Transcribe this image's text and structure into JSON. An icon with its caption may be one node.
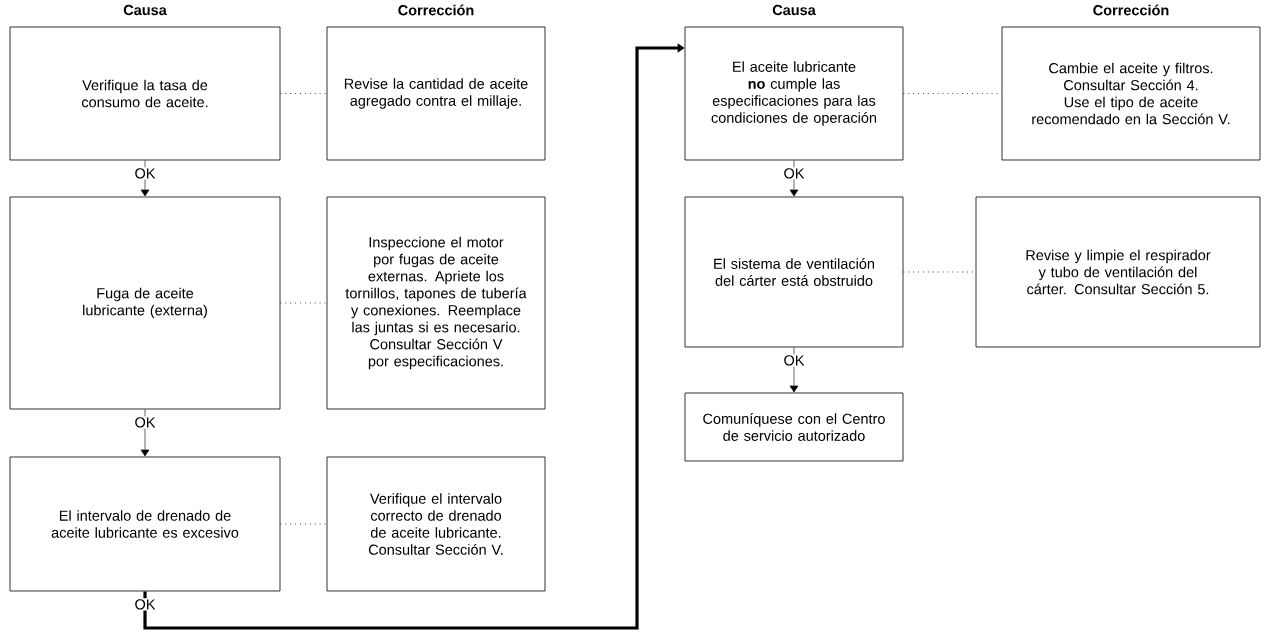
{
  "diagram": {
    "nodes": [
      {
        "text": [
          "Verifique la tasa de consumo de aceite."
        ]
      },
      {
        "text": [
          "Revise la cantidad de aceite agregado contra el millaje."
        ]
      },
      {
        "text": [
          "Fuga de aceite lubricante (externa)"
        ]
      },
      {
        "text": [
          "Inspeccione el motor por fugas de aceite externas. Apriete los tornillos, tapones de tubería y conexiones. Reemplace las juntas si es necesario. Consultar Sección V por especificaciones."
        ]
      },
      {
        "text": [
          "El intervalo de drenado de aceite lubricante es excesivo"
        ]
      },
      {
        "text": [
          "Verifique el intervalo correcto de drenado de aceite lubricante. Consultar Sección V."
        ]
      },
      {
        "text": [
          "El aceite lubricante **no** cumple las especificaciones para las condiciones de operación"
        ]
      },
      {
        "text": [
          "Cambie el aceite y filtros. Consultar Sección 4. Use el tipo de aceite recomendado en la Sección V."
        ]
      },
      {
        "text": [
          "El sistema de ventilación del cárter está obstruido"
        ]
      },
      {
        "text": [
          "Revise y limpie el respirador y tubo de ventilación del cárter. Consultar Sección 5."
        ]
      },
      {
        "text": [
          "Comuníquese con el Centro de servicio autorizado"
        ]
      }
    ],
    "edges": [
      {
        "from": 0,
        "to": 1,
        "arrow": "none",
        "style": "dashed"
      },
      {
        "from": 0,
        "to": 2,
        "arrow": "to",
        "label": "OK"
      },
      {
        "from": 2,
        "to": 3,
        "arrow": "none",
        "style": "dashed"
      },
      {
        "from": 2,
        "to": 4,
        "arrow": "to",
        "label": "OK"
      },
      {
        "from": 4,
        "to": 5,
        "arrow": "none",
        "style": "dashed"
      },
      {
        "from": 4,
        "to": 6,
        "arrow": "to",
        "label": "OK",
        "style": "thick"
      },
      {
        "from": 6,
        "to": 7,
        "arrow": "none",
        "style": "dashed"
      },
      {
        "from": 6,
        "to": 8,
        "arrow": "to",
        "label": "OK"
      },
      {
        "from": 8,
        "to": 9,
        "arrow": "none",
        "style": "dashed"
      },
      {
        "from": 8,
        "to": 10,
        "arrow": "to",
        "label": "OK"
      }
    ],
    "labels": [
      "Causa",
      "Corrección",
      "Causa",
      "Corrección"
    ]
  }
}
